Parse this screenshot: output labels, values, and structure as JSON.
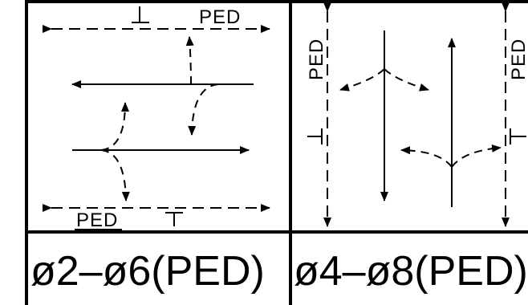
{
  "diagram": {
    "panel_left": {
      "top_label": "PED",
      "bottom_label": "PED",
      "phase_label": "ø2–ø6(PED)"
    },
    "panel_right": {
      "left_label": "PED",
      "right_label": "PED",
      "phase_label": "ø4–ø8(PED)"
    },
    "colors": {
      "line": "#000000",
      "background": "#ffffff"
    }
  }
}
